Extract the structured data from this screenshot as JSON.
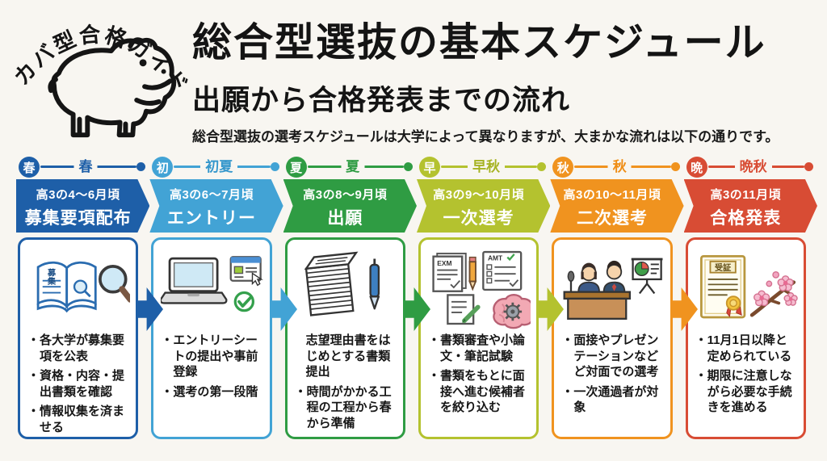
{
  "logo": {
    "arc_text": "カバ型合格ガイド",
    "animal": "hippo-line-art"
  },
  "header": {
    "title": "総合型選抜の基本スケジュール",
    "subtitle": "出願から合格発表までの流れ",
    "description": "総合型選抜の選考スケジュールは大学によって異なりますが、大まかな流れは以下の通りです。"
  },
  "steps": [
    {
      "badge": "春",
      "season": "春",
      "period": "高3の4〜6月頃",
      "stage": "募集要項配布",
      "color": "#1e5fa8",
      "icon_text": {
        "book": "募集"
      },
      "bullets": [
        {
          "marker": "・",
          "text": "各大学が募集要項を公表"
        },
        {
          "marker": "・",
          "text": "資格・内容・提出書類を確認"
        },
        {
          "marker": "・",
          "text": "情報収集を済ませる"
        }
      ]
    },
    {
      "badge": "初",
      "season": "初夏",
      "period": "高3の6〜7月頃",
      "stage": "エントリー",
      "color": "#42a3d5",
      "bullets": [
        {
          "marker": "・",
          "text": "エントリーシートの提出や事前登録"
        },
        {
          "marker": "・",
          "text": "選考の第一段階"
        }
      ]
    },
    {
      "badge": "夏",
      "season": "夏",
      "period": "高3の8〜9月頃",
      "stage": "出願",
      "color": "#2f9c43",
      "bullets": [
        {
          "marker": "",
          "text": "志望理由書をはじめとする書類提出"
        },
        {
          "marker": "・",
          "text": "時間がかかる工程の工程から春から準備"
        }
      ]
    },
    {
      "badge": "早",
      "season": "早秋",
      "period": "高3の9〜10月頃",
      "stage": "一次選考",
      "color": "#b4c22f",
      "icon_text": {
        "exam": "EXM",
        "checklist": "AMT"
      },
      "bullets": [
        {
          "marker": "・",
          "text": "書類審査や小論文・筆記試験"
        },
        {
          "marker": "・",
          "text": "書類をもとに面接へ進む候補者を絞り込む"
        }
      ]
    },
    {
      "badge": "秋",
      "season": "秋",
      "period": "高3の10〜11月頃",
      "stage": "二次選考",
      "color": "#f0931f",
      "bullets": [
        {
          "marker": "・",
          "text": "面接やプレゼンテーションなどど対面での選考"
        },
        {
          "marker": "・",
          "text": "一次通過者が対象"
        }
      ]
    },
    {
      "badge": "晩",
      "season": "晩秋",
      "period": "高3の11月頃",
      "stage": "合格発表",
      "color": "#d84c34",
      "icon_text": {
        "certificate": "受証"
      },
      "bullets": [
        {
          "marker": "・",
          "text": "11月1日以降と定められている"
        },
        {
          "marker": "・",
          "text": "期限に注意しながら必要な手続きを進める"
        }
      ]
    }
  ]
}
